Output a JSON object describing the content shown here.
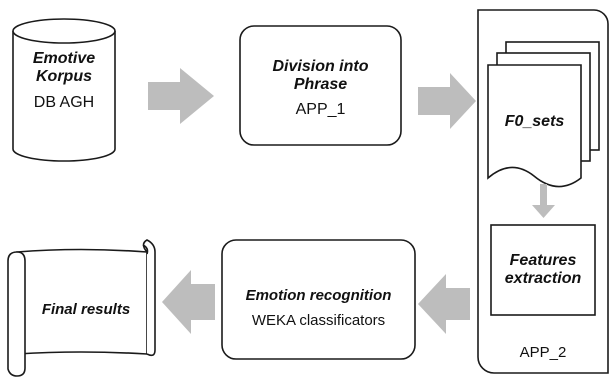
{
  "diagram": {
    "nodes": {
      "corpus": {
        "title": "Emotive\nKorpus",
        "sub": "DB AGH",
        "shape": "cylinder"
      },
      "division": {
        "title": "Division into\nPhrase",
        "sub": "APP_1",
        "shape": "rounded-rect"
      },
      "f0sets": {
        "title": "F0_sets",
        "shape": "stacked-documents"
      },
      "features": {
        "title": "Features\nextraction",
        "shape": "rect"
      },
      "app2": {
        "sub": "APP_2",
        "shape": "folded-panel"
      },
      "emotion": {
        "title": "Emotion recognition",
        "sub": "WEKA classificators",
        "shape": "rounded-rect"
      },
      "final": {
        "title": "Final results",
        "shape": "scroll"
      }
    },
    "edges": [
      {
        "from": "corpus",
        "to": "division",
        "icon": "arrow-right-icon"
      },
      {
        "from": "division",
        "to": "f0sets",
        "icon": "arrow-right-icon"
      },
      {
        "from": "f0sets",
        "to": "features",
        "icon": "arrow-down-icon"
      },
      {
        "from": "app2",
        "to": "emotion",
        "icon": "arrow-left-icon"
      },
      {
        "from": "emotion",
        "to": "final",
        "icon": "arrow-left-icon"
      }
    ],
    "colors": {
      "stroke": "#1a1a1a",
      "arrow": "#bdbdbd",
      "fill": "#ffffff"
    }
  }
}
